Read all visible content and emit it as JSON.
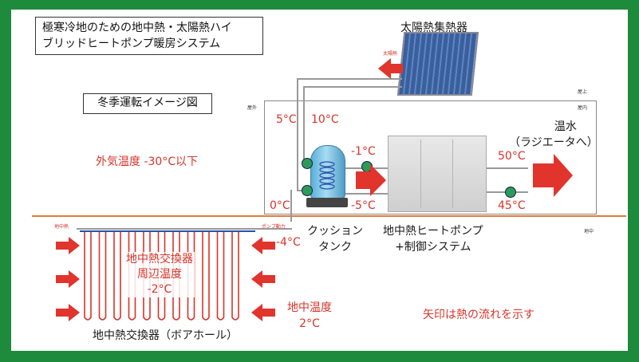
{
  "title": {
    "line1": "極寒冷地のための地中熱・太陽熱ハイ",
    "line2": "ブリッドヒートポンプ暖房システム"
  },
  "subtitle": "冬季運転イメージ図",
  "solar_collector": {
    "label": "太陽熱集熱器",
    "arrow_label": "太陽熱"
  },
  "zones": {
    "outdoor": "屋外",
    "indoor": "屋内",
    "roof": "屋上",
    "underground": "地中"
  },
  "outside_temp": "外気温度 -30°C以下",
  "temps": {
    "tank_out_top_left": "5°C",
    "tank_out_top_right": "10°C",
    "tank_bottom": "0°C",
    "hp_in": "-1°C",
    "hp_out": "-5°C",
    "ground_return": "-4°C",
    "hot_supply": "50°C",
    "hot_return": "45°C"
  },
  "hot_water": {
    "line1": "温水",
    "line2": "（ラジエータへ）"
  },
  "cushion_tank": {
    "line1": "クッション",
    "line2": "タンク"
  },
  "heat_pump": {
    "line1": "地中熱ヒートポンプ",
    "line2": "+制御システム"
  },
  "small_labels": {
    "ground_heat": "地中熱",
    "pump_power": "ポンプ動力"
  },
  "ground_hx": {
    "label1": "地中熱交換器",
    "label2": "周辺温度",
    "label3": "-2°C",
    "bottom_label": "地中熱交換器（ボアホール）"
  },
  "ground_temp": {
    "line1": "地中温度",
    "line2": "2°C"
  },
  "note": "矢印は熱の流れを示す",
  "colors": {
    "border": "#1e8a3c",
    "arrow_red": "#e0342c",
    "loop_blue": "#2b4fa8",
    "loop_red": "#d8342a",
    "ground_line": "#e07b39"
  }
}
